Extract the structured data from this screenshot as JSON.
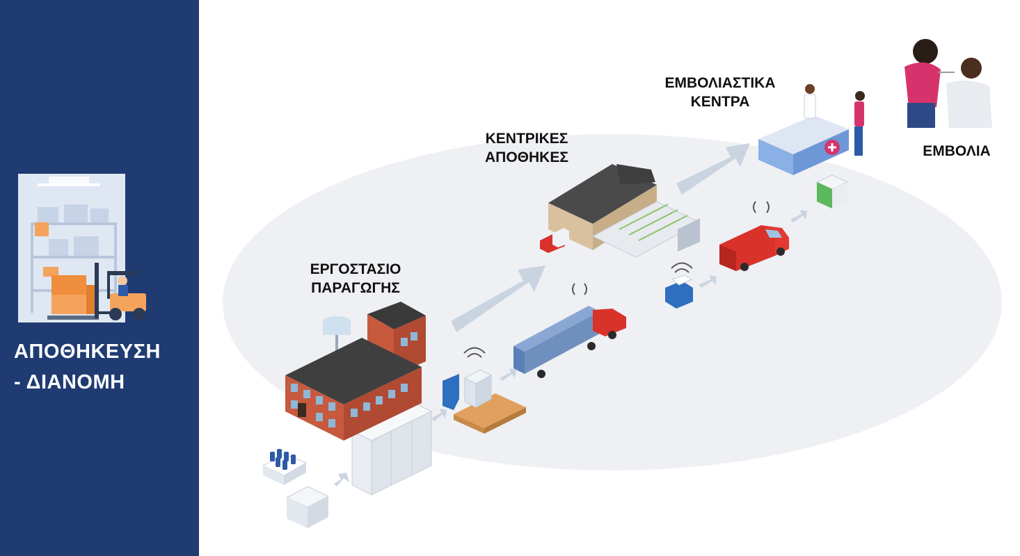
{
  "sidebar": {
    "title_line1": "ΑΠΟΘΗΚΕΥΣΗ",
    "title_line2": "- ΔΙΑΝΟΜΗ",
    "background_color": "#1f3b72",
    "icon": "warehouse-forklift-icon"
  },
  "diagram": {
    "stages": {
      "factory": {
        "line1": "ΕΡΓΟΣΤΑΣΙΟ",
        "line2": "ΠΑΡΑΓΩΓΗΣ"
      },
      "central": {
        "line1": "ΚΕΝΤΡΙΚΕΣ",
        "line2": "ΑΠΟΘΗΚΕΣ"
      },
      "centers": {
        "line1": "ΕΜΒΟΛΙΑΣΤΙΚΑ",
        "line2": "ΚΕΝΤΡΑ"
      },
      "vaccines": {
        "line1": "ΕΜΒΟΛΙΑ"
      }
    },
    "illustrations": [
      "vaccine-vials-icon",
      "cooler-box-icon",
      "freezer-icon",
      "factory-building-icon",
      "pallet-icon",
      "wireless-signal-icon",
      "semi-truck-icon",
      "warehouse-building-icon",
      "delivery-van-icon",
      "vaccination-desk-icon",
      "vaccination-people-icon",
      "flow-arrow-icon"
    ],
    "colors": {
      "ellipse": "#eef0f3",
      "arrow": "#c9d4e0",
      "brick": "#c75a3e",
      "truck_red": "#d8322b",
      "container_blue": "#6f8fbf",
      "accent_green": "#5cb85c",
      "pink": "#d6336c"
    }
  }
}
